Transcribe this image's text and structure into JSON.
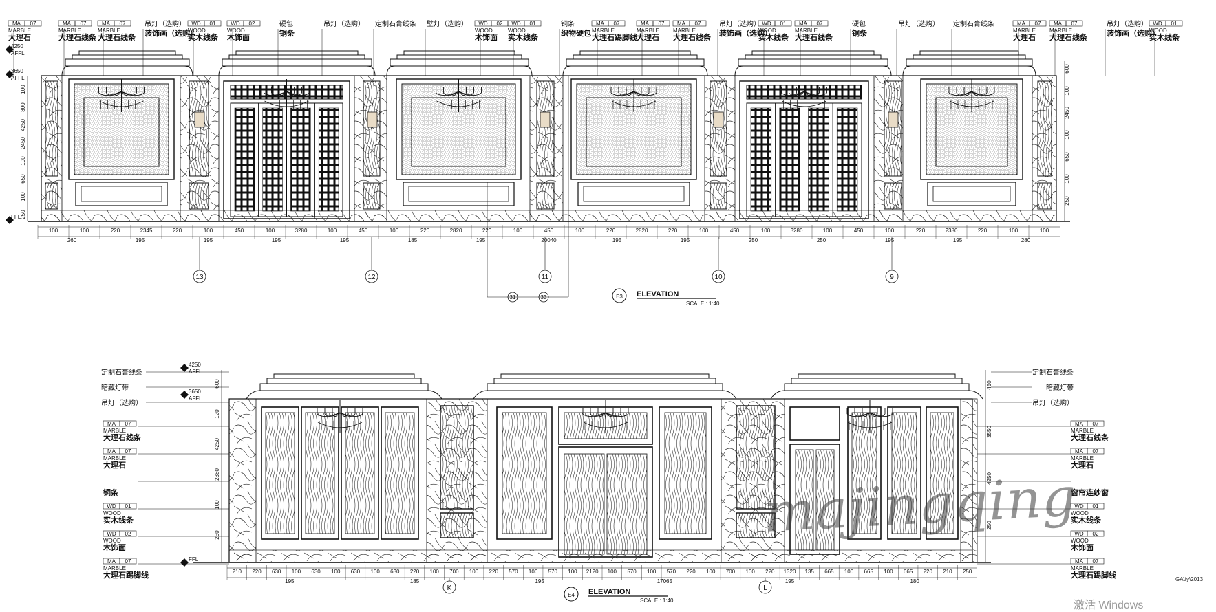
{
  "top_elevation": {
    "levels": [
      {
        "mark": "4250",
        "sub": "AFFL"
      },
      {
        "mark": "3650",
        "sub": "AFFL"
      },
      {
        "mark": "FFL",
        "sub": ""
      }
    ],
    "labels": [
      {
        "code": "MA | 07",
        "en": "MARBLE",
        "cn": "大理石"
      },
      {
        "code": "MA | 07",
        "en": "MARBLE",
        "cn": "大理石线条"
      },
      {
        "code": "MA | 07",
        "en": "MARBLE",
        "cn": "大理石线条"
      },
      {
        "code": "",
        "en": "吊灯（选购）",
        "cn": "装饰画（选购）"
      },
      {
        "code": "WD | 01",
        "en": "WOOD",
        "cn": "实木线条"
      },
      {
        "code": "WD | 02",
        "en": "WOOD",
        "cn": "木饰面"
      },
      {
        "code": "",
        "en": "硬包",
        "cn": "铜条"
      },
      {
        "code": "",
        "en": "吊灯（选购）",
        "cn": ""
      },
      {
        "code": "",
        "en": "定制石膏线条",
        "cn": ""
      },
      {
        "code": "",
        "en": "壁灯（选购）",
        "cn": ""
      },
      {
        "code": "WD | 02",
        "en": "WOOD",
        "cn": "木饰面"
      },
      {
        "code": "WD | 01",
        "en": "WOOD",
        "cn": "实木线条"
      },
      {
        "code": "",
        "en": "铜条",
        "cn": "织物硬包"
      },
      {
        "code": "MA | 07",
        "en": "MARBLE",
        "cn": "大理石踢脚线"
      },
      {
        "code": "MA | 07",
        "en": "MARBLE",
        "cn": "大理石"
      },
      {
        "code": "MA | 07",
        "en": "MARBLE",
        "cn": "大理石线条"
      },
      {
        "code": "",
        "en": "吊灯（选购）",
        "cn": "装饰画（选购）"
      },
      {
        "code": "WD | 01",
        "en": "WOOD",
        "cn": "实木线条"
      },
      {
        "code": "MA | 07",
        "en": "MARBLE",
        "cn": "大理石线条"
      },
      {
        "code": "",
        "en": "硬包",
        "cn": "铜条"
      },
      {
        "code": "",
        "en": "吊灯（选购）",
        "cn": ""
      },
      {
        "code": "",
        "en": "定制石膏线条",
        "cn": ""
      },
      {
        "code": "MA | 07",
        "en": "MARBLE",
        "cn": "大理石"
      },
      {
        "code": "MA | 07",
        "en": "MARBLE",
        "cn": "大理石线条"
      },
      {
        "code": "",
        "en": "吊灯（选购）",
        "cn": "装饰画（选购）"
      },
      {
        "code": "WD | 01",
        "en": "WOOD",
        "cn": "实木线条"
      }
    ],
    "right_dims": [
      "600",
      "100",
      "2450",
      "100",
      "650",
      "100",
      "250"
    ],
    "left_dims": [
      "100",
      "800",
      "4250",
      "2450",
      "100",
      "650",
      "100",
      "250"
    ],
    "dims_row1": [
      "100",
      "100",
      "220",
      "2345",
      "220",
      "100",
      "450",
      "100",
      "3280",
      "100",
      "450",
      "100",
      "220",
      "2820",
      "220",
      "100",
      "450",
      "100",
      "220",
      "2820",
      "220",
      "100",
      "450",
      "100",
      "3280",
      "100",
      "450",
      "100",
      "220",
      "2380",
      "220",
      "100",
      "100"
    ],
    "dims_row2": [
      "260",
      "195",
      "195",
      "195",
      "195",
      "185",
      "195",
      "20040",
      "195",
      "195",
      "250",
      "250",
      "195",
      "195",
      "280"
    ],
    "axes": [
      "13",
      "12",
      "11",
      "10",
      "9"
    ],
    "sections": [
      "31",
      "33"
    ],
    "title": "ELEVATION",
    "scale": "SCALE :   1:40",
    "tag": "E3"
  },
  "bottom_elevation": {
    "levels": [
      {
        "mark": "4250",
        "sub": "AFFL"
      },
      {
        "mark": "3650",
        "sub": "AFFL"
      },
      {
        "mark": "FFL",
        "sub": ""
      }
    ],
    "left_notes": [
      "定制石膏线条",
      "暗藏灯带",
      "吊灯（选购）"
    ],
    "left_tags": [
      {
        "code": "MA | 07",
        "en": "MARBLE",
        "cn": "大理石线条"
      },
      {
        "code": "MA | 07",
        "en": "MARBLE",
        "cn": "大理石"
      },
      {
        "code": "",
        "en": "",
        "cn": "铜条"
      },
      {
        "code": "WD | 01",
        "en": "WOOD",
        "cn": "实木线条"
      },
      {
        "code": "WD | 02",
        "en": "WOOD",
        "cn": "木饰面"
      },
      {
        "code": "MA | 07",
        "en": "MARBLE",
        "cn": "大理石踢脚线"
      }
    ],
    "right_notes": [
      "定制石膏线条",
      "暗藏灯带",
      "吊灯（选购）"
    ],
    "right_tags": [
      {
        "code": "MA | 07",
        "en": "MARBLE",
        "cn": "大理石线条"
      },
      {
        "code": "MA | 07",
        "en": "MARBLE",
        "cn": "大理石"
      },
      {
        "code": "",
        "en": "",
        "cn": "窗帘连纱窗"
      },
      {
        "code": "WD | 01",
        "en": "WOOD",
        "cn": "实木线条"
      },
      {
        "code": "WD | 02",
        "en": "WOOD",
        "cn": "木饰面"
      },
      {
        "code": "MA | 07",
        "en": "MARBLE",
        "cn": "大理石踢脚线"
      }
    ],
    "left_dims": [
      "600",
      "120",
      "4250",
      "2380",
      "100",
      "250"
    ],
    "right_dims": [
      "450",
      "3550",
      "4250",
      "250"
    ],
    "dims_row1": [
      "210",
      "220",
      "630",
      "100",
      "630",
      "100",
      "630",
      "100",
      "630",
      "220",
      "100",
      "700",
      "100",
      "220",
      "570",
      "100",
      "570",
      "100",
      "2120",
      "100",
      "570",
      "100",
      "570",
      "220",
      "100",
      "700",
      "100",
      "220",
      "1320",
      "135",
      "665",
      "100",
      "665",
      "100",
      "665",
      "220",
      "210",
      "250"
    ],
    "dims_row2": [
      "195",
      "185",
      "195",
      "17065",
      "195",
      "180"
    ],
    "axes": [
      "K",
      "L"
    ],
    "title": "ELEVATION",
    "scale": "SCALE :   1:40",
    "tag": "E4"
  },
  "watermark": "majingqing",
  "windows_mark": "激活 Windows",
  "corner_code": "GA\\fy\\2013"
}
